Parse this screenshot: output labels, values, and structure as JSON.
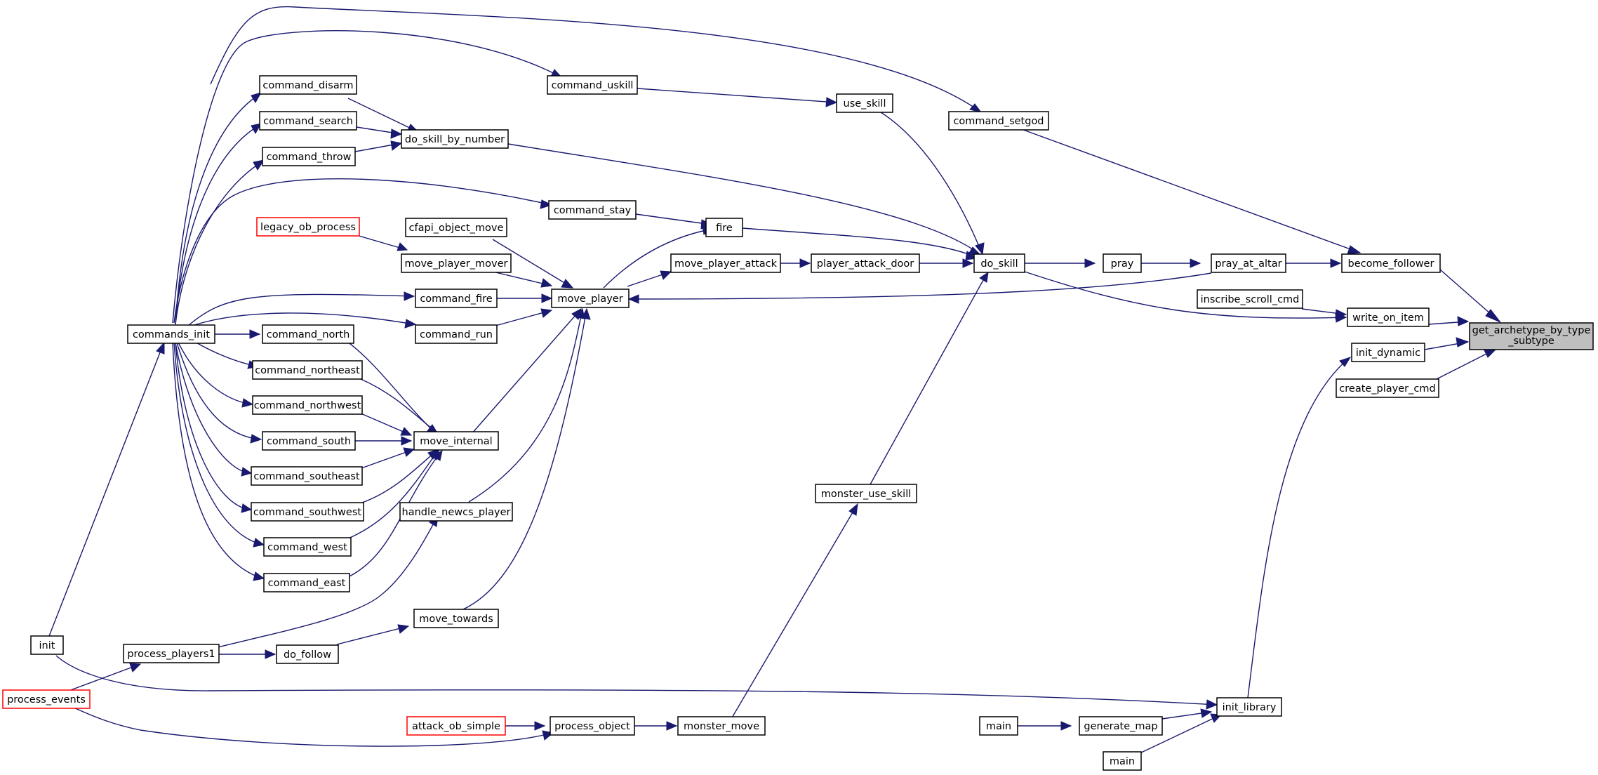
{
  "colors": {
    "edge": "#191970",
    "root_fill": "#bfbfbf",
    "external_border": "#ff0000",
    "border": "#000000"
  },
  "nodes": {
    "root": {
      "line1": "get_archetype_by_type",
      "line2": "_subtype"
    },
    "become_follower": "become_follower",
    "write_on_item": "write_on_item",
    "init_dynamic": "init_dynamic",
    "create_player_cmd": "create_player_cmd",
    "pray_at_altar": "pray_at_altar",
    "inscribe_scroll_cmd": "inscribe_scroll_cmd",
    "init_library": "init_library",
    "pray": "pray",
    "do_skill": "do_skill",
    "command_setgod": "command_setgod",
    "use_skill": "use_skill",
    "player_attack_door": "player_attack_door",
    "monster_use_skill": "monster_use_skill",
    "move_player_attack": "move_player_attack",
    "fire": "fire",
    "move_player": "move_player",
    "command_uskill": "command_uskill",
    "do_skill_by_number": "do_skill_by_number",
    "command_stay": "command_stay",
    "cfapi_object_move": "cfapi_object_move",
    "move_player_mover": "move_player_mover",
    "command_fire": "command_fire",
    "command_run": "command_run",
    "move_internal": "move_internal",
    "handle_newcs_player": "handle_newcs_player",
    "move_towards": "move_towards",
    "legacy_ob_process": "legacy_ob_process",
    "command_disarm": "command_disarm",
    "command_search": "command_search",
    "command_throw": "command_throw",
    "command_north": "command_north",
    "command_northeast": "command_northeast",
    "command_northwest": "command_northwest",
    "command_south": "command_south",
    "command_southeast": "command_southeast",
    "command_southwest": "command_southwest",
    "command_west": "command_west",
    "command_east": "command_east",
    "commands_init": "commands_init",
    "do_follow": "do_follow",
    "process_players1": "process_players1",
    "init": "init",
    "process_events": "process_events",
    "monster_move": "monster_move",
    "process_object": "process_object",
    "attack_ob_simple": "attack_ob_simple",
    "generate_map": "generate_map",
    "main_a": "main",
    "main_b": "main"
  }
}
